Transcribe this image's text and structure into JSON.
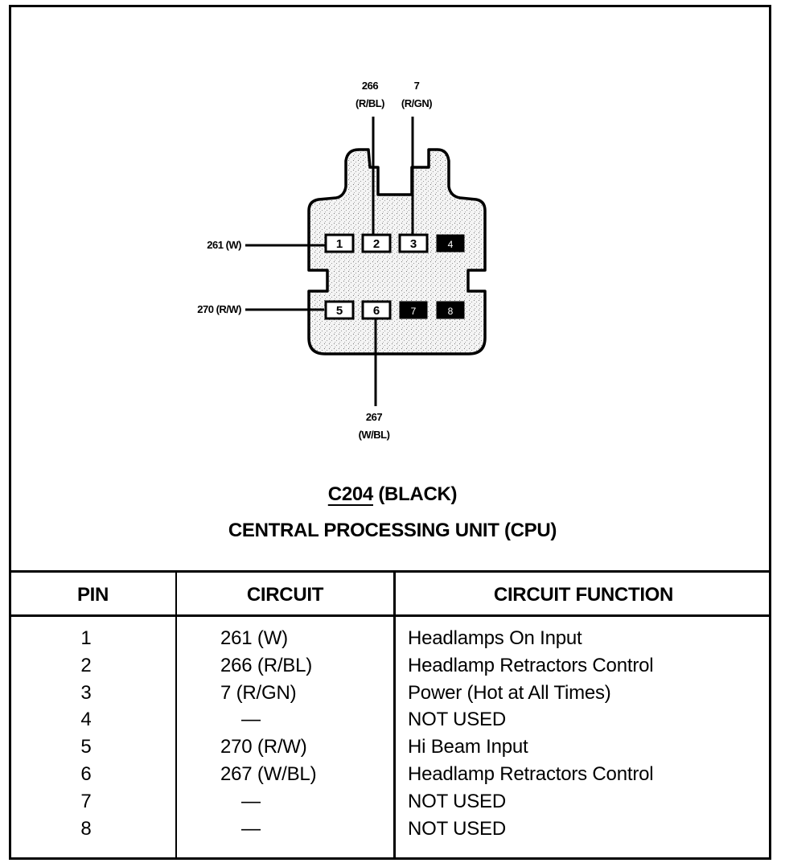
{
  "connector": {
    "id": "C204",
    "color": "(BLACK)",
    "component": "CENTRAL PROCESSING UNIT (CPU)",
    "pins_top_row": [
      "1",
      "2",
      "3",
      "4"
    ],
    "pins_bottom_row": [
      "5",
      "6",
      "7",
      "8"
    ],
    "used_pins": [
      "1",
      "2",
      "3",
      "5",
      "6"
    ],
    "unused_pins": [
      "4",
      "7",
      "8"
    ]
  },
  "wire_labels": {
    "pin1": "261 (W)",
    "pin2_num": "266",
    "pin2_color": "(R/BL)",
    "pin3_num": "7",
    "pin3_color": "(R/GN)",
    "pin5": "270 (R/W)",
    "pin6_num": "267",
    "pin6_color": "(W/BL)"
  },
  "table": {
    "headers": [
      "PIN",
      "CIRCUIT",
      "CIRCUIT FUNCTION"
    ],
    "rows": [
      {
        "pin": "1",
        "circuit": "261 (W)",
        "function": "Headlamps On Input"
      },
      {
        "pin": "2",
        "circuit": "266 (R/BL)",
        "function": "Headlamp Retractors Control"
      },
      {
        "pin": "3",
        "circuit": "7 (R/GN)",
        "function": "Power (Hot at All Times)"
      },
      {
        "pin": "4",
        "circuit": "—",
        "function": "NOT USED"
      },
      {
        "pin": "5",
        "circuit": "270 (R/W)",
        "function": "Hi Beam Input"
      },
      {
        "pin": "6",
        "circuit": "267 (W/BL)",
        "function": "Headlamp Retractors Control"
      },
      {
        "pin": "7",
        "circuit": "—",
        "function": "NOT USED"
      },
      {
        "pin": "8",
        "circuit": "—",
        "function": "NOT USED"
      }
    ]
  },
  "colors": {
    "ink": "#000000",
    "paper": "#ffffff",
    "connector_fill": "#e6e6e6"
  }
}
